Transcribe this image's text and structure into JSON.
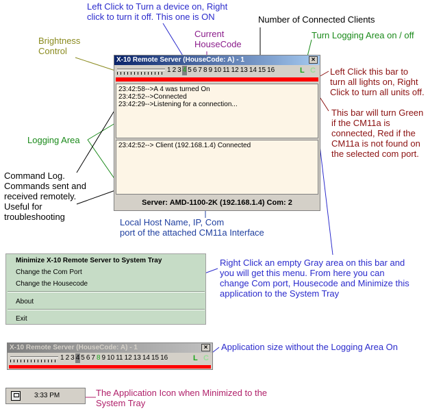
{
  "annotations": {
    "left_click": [
      "Left Click to Turn a device on, Right",
      "click to turn it off.  This one is ON"
    ],
    "connected_clients": "Number of Connected Clients",
    "brightness": [
      "Brightness",
      "Control"
    ],
    "housecode": [
      "Current",
      "HouseCode"
    ],
    "turn_logging": "Turn Logging Area on / off",
    "left_click_bar": [
      "Left Click this bar to",
      "turn all lights on, Right",
      "Click to turn all units off."
    ],
    "bar_green": [
      "This bar will turn Green",
      "if the CM11a is",
      "connected, Red if the",
      "CM11a is not found on",
      "the selected com port."
    ],
    "logging_area": "Logging Area",
    "command_log": [
      "Command Log.",
      "Commands sent and",
      "received remotely.",
      "Useful for",
      "troubleshooting"
    ],
    "local_host": [
      "Local Host Name, IP, Com",
      "port of the attached CM11a Interface"
    ],
    "right_click": [
      "Right Click an empty Gray area on this bar and",
      "you will get this menu.  From here you can",
      "change Com port, Housecode and Minimize this",
      "application to the System Tray"
    ],
    "app_size": "Application size without the Logging Area On",
    "app_icon": [
      "The Application Icon when Minimized to the",
      "System Tray"
    ]
  },
  "window": {
    "title": "X-10 Remote Server (HouseCode: A) - 1",
    "close": "×",
    "units": [
      "1",
      "2",
      "3",
      "4",
      "5",
      "6",
      "7",
      "8",
      "9",
      "10",
      "11",
      "12",
      "13",
      "14",
      "15",
      "16"
    ],
    "logging_toggle": "L",
    "cm11a_indicator": "C",
    "log_commands": [
      "23:42:58-->A 4 was turned On",
      "23:42:52-->Connected",
      "23:42:29-->Listening for a connection..."
    ],
    "log_clients": [
      "23:42:52--> Client (192.168.1.4) Connected"
    ],
    "status": "Server: AMD-1100-2K (192.168.1.4)  Com: 2"
  },
  "menu": {
    "items": [
      "Minimize X-10 Remote Server to System Tray",
      "Change the Com Port",
      "Change the Housecode",
      "About",
      "Exit"
    ]
  },
  "window_small": {
    "title": "X-10 Remote Server (HouseCode: A) - 1",
    "close": "×",
    "logging_toggle": "L",
    "cm11a_indicator": "C"
  },
  "tray": {
    "time": "3:33 PM"
  },
  "colors": {
    "red_bar": "#ff0000",
    "green": "#1aa51a",
    "menu_bg": "#c6dcc6"
  }
}
